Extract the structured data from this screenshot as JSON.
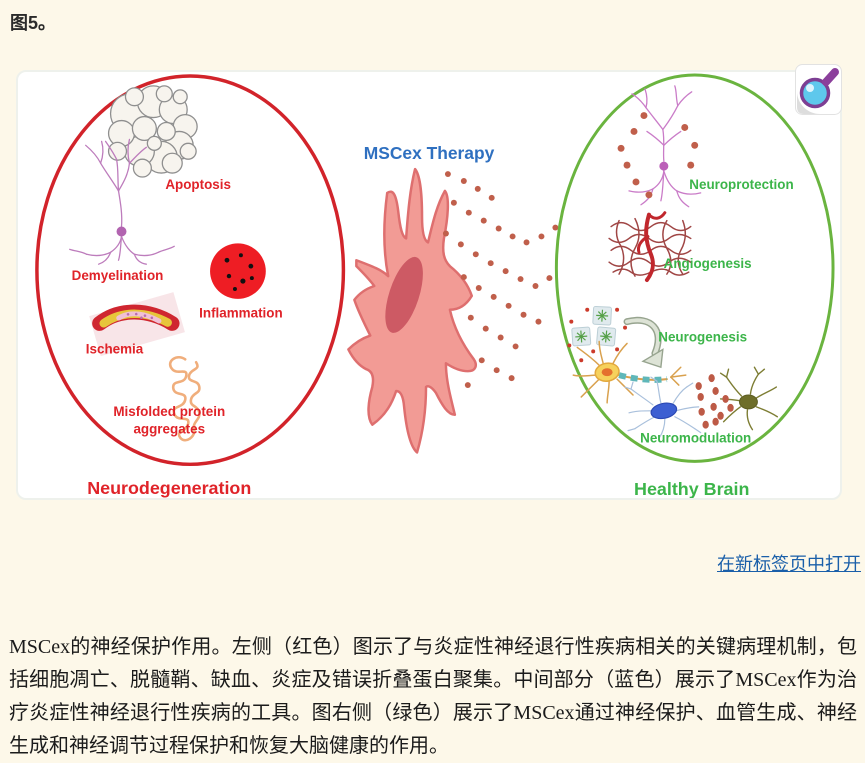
{
  "page": {
    "figure_label": "图5。",
    "open_link": "在新标签页中打开",
    "caption": "MSCex的神经保护作用。左侧（红色）图示了与炎症性神经退行性疾病相关的关键病理机制，包括细胞凋亡、脱髓鞘、缺血、炎症及错误折叠蛋白聚集。中间部分（蓝色）展示了MSCex作为治疗炎症性神经退行性疾病的工具。图右侧（绿色）展示了MSCex通过神经保护、血管生成、神经生成和神经调节过程保护和恢复大脑健康的作用。"
  },
  "figure": {
    "center_title": "MSCex Therapy",
    "left_region": {
      "title": "Neurodegeneration",
      "labels": {
        "apoptosis": "Apoptosis",
        "demyelination": "Demyelination",
        "inflammation": "Inflammation",
        "ischemia": "Ischemia",
        "misfolded_line1": "Misfolded protein",
        "misfolded_line2": "aggregates"
      }
    },
    "right_region": {
      "title": "Healthy Brain",
      "labels": {
        "neuroprotection": "Neuroprotection",
        "angiogenesis": "Angiogenesis",
        "neurogenesis": "Neurogenesis",
        "neuromodulation": "Neuromodulation"
      }
    },
    "colors": {
      "red_ellipse": "#d2232a",
      "red_label": "#e02329",
      "green_ellipse": "#6ab43f",
      "green_label": "#3cb54a",
      "blue_title": "#2f70c0"
    }
  }
}
